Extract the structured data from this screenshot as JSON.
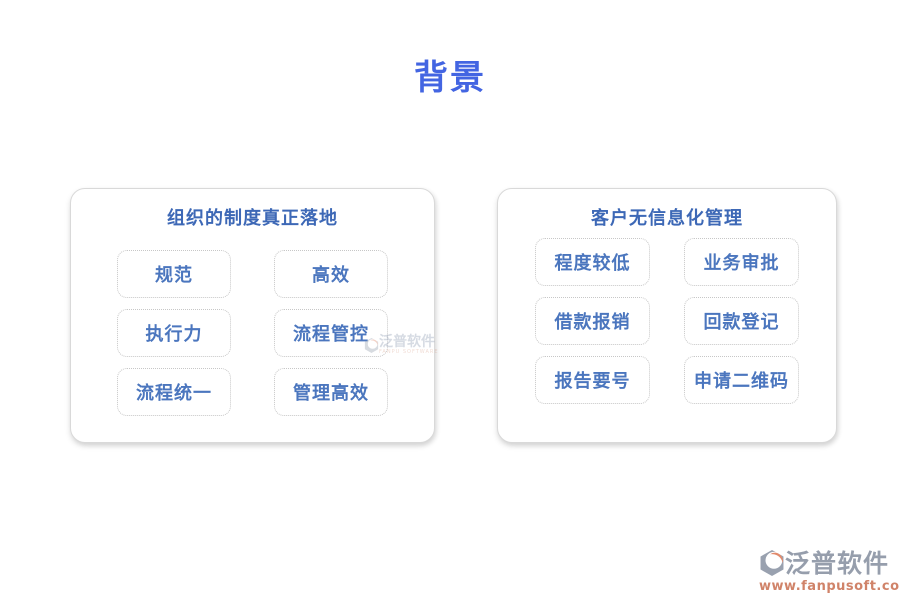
{
  "page_title": "背景",
  "cards": [
    {
      "title": "组织的制度真正落地",
      "buttons": [
        "规范",
        "高效",
        "执行力",
        "流程管控",
        "流程统一",
        "管理高效"
      ]
    },
    {
      "title": "客户无信息化管理",
      "buttons": [
        "程度较低",
        "业务审批",
        "借款报销",
        "回款登记",
        "报告要号",
        "申请二维码"
      ]
    }
  ],
  "branding": {
    "name": "泛普软件",
    "website": "www.fanpusoft.com",
    "watermark_name": "泛普软件",
    "watermark_subtext": "FANPU SOFTWARE"
  },
  "colors": {
    "page_title_blue": "#4365e2",
    "card_title_blue": "#3d68b6",
    "button_text_blue": "#4b76be",
    "card_border_gray": "#d9d9d9",
    "pill_border_gray": "#c7c7c7",
    "logo_gray": "#969eac",
    "logo_crescent_orange": "#e18a6c",
    "website_orange": "#d08369"
  },
  "icons": {
    "brand_logo": "fanpu-hexagon-swoosh-icon"
  }
}
